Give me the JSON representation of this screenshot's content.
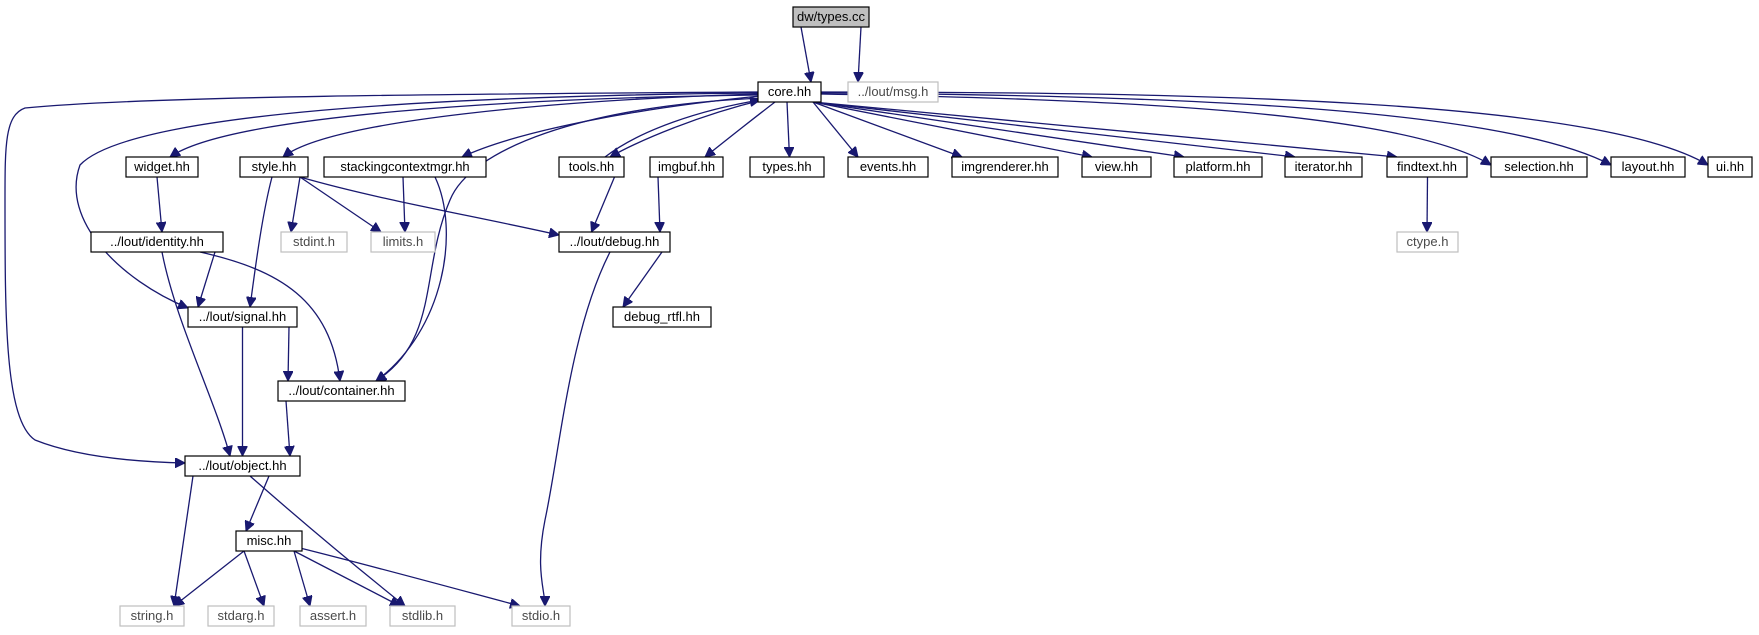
{
  "graph_title": "dw/types.cc",
  "nodes": [
    {
      "id": "root",
      "label": "dw/types.cc",
      "kind": "root"
    },
    {
      "id": "core",
      "label": "core.hh",
      "kind": "file"
    },
    {
      "id": "msg",
      "label": "../lout/msg.h",
      "kind": "external"
    },
    {
      "id": "widget",
      "label": "widget.hh",
      "kind": "file"
    },
    {
      "id": "style",
      "label": "style.hh",
      "kind": "file"
    },
    {
      "id": "scm",
      "label": "stackingcontextmgr.hh",
      "kind": "file"
    },
    {
      "id": "tools",
      "label": "tools.hh",
      "kind": "file"
    },
    {
      "id": "imgbuf",
      "label": "imgbuf.hh",
      "kind": "file"
    },
    {
      "id": "types",
      "label": "types.hh",
      "kind": "file"
    },
    {
      "id": "events",
      "label": "events.hh",
      "kind": "file"
    },
    {
      "id": "imgrenderer",
      "label": "imgrenderer.hh",
      "kind": "file"
    },
    {
      "id": "view",
      "label": "view.hh",
      "kind": "file"
    },
    {
      "id": "platform",
      "label": "platform.hh",
      "kind": "file"
    },
    {
      "id": "iterator",
      "label": "iterator.hh",
      "kind": "file"
    },
    {
      "id": "findtext",
      "label": "findtext.hh",
      "kind": "file"
    },
    {
      "id": "selection",
      "label": "selection.hh",
      "kind": "file"
    },
    {
      "id": "layout",
      "label": "layout.hh",
      "kind": "file"
    },
    {
      "id": "ui",
      "label": "ui.hh",
      "kind": "file"
    },
    {
      "id": "identity",
      "label": "../lout/identity.hh",
      "kind": "file"
    },
    {
      "id": "stdint",
      "label": "stdint.h",
      "kind": "external"
    },
    {
      "id": "limits",
      "label": "limits.h",
      "kind": "external"
    },
    {
      "id": "debug",
      "label": "../lout/debug.hh",
      "kind": "file"
    },
    {
      "id": "ctype",
      "label": "ctype.h",
      "kind": "external"
    },
    {
      "id": "signal",
      "label": "../lout/signal.hh",
      "kind": "file"
    },
    {
      "id": "debug_rtfl",
      "label": "debug_rtfl.hh",
      "kind": "file"
    },
    {
      "id": "container",
      "label": "../lout/container.hh",
      "kind": "file"
    },
    {
      "id": "object",
      "label": "../lout/object.hh",
      "kind": "file"
    },
    {
      "id": "misc",
      "label": "misc.hh",
      "kind": "file"
    },
    {
      "id": "string",
      "label": "string.h",
      "kind": "external"
    },
    {
      "id": "stdarg",
      "label": "stdarg.h",
      "kind": "external"
    },
    {
      "id": "assert",
      "label": "assert.h",
      "kind": "external"
    },
    {
      "id": "stdlib",
      "label": "stdlib.h",
      "kind": "external"
    },
    {
      "id": "stdio",
      "label": "stdio.h",
      "kind": "external"
    }
  ],
  "edges": [
    [
      "root",
      "core"
    ],
    [
      "root",
      "msg"
    ],
    [
      "core",
      "widget"
    ],
    [
      "core",
      "style"
    ],
    [
      "core",
      "scm"
    ],
    [
      "core",
      "tools"
    ],
    [
      "core",
      "imgbuf"
    ],
    [
      "core",
      "types"
    ],
    [
      "core",
      "events"
    ],
    [
      "core",
      "imgrenderer"
    ],
    [
      "core",
      "view"
    ],
    [
      "core",
      "platform"
    ],
    [
      "core",
      "iterator"
    ],
    [
      "core",
      "findtext"
    ],
    [
      "core",
      "selection"
    ],
    [
      "core",
      "layout"
    ],
    [
      "core",
      "ui"
    ],
    [
      "core",
      "signal"
    ],
    [
      "core",
      "container"
    ],
    [
      "core",
      "object"
    ],
    [
      "tools",
      "core"
    ],
    [
      "widget",
      "identity"
    ],
    [
      "style",
      "stdint"
    ],
    [
      "style",
      "limits"
    ],
    [
      "style",
      "debug"
    ],
    [
      "style",
      "signal"
    ],
    [
      "scm",
      "limits"
    ],
    [
      "scm",
      "container"
    ],
    [
      "tools",
      "debug"
    ],
    [
      "imgbuf",
      "debug"
    ],
    [
      "findtext",
      "ctype"
    ],
    [
      "identity",
      "signal"
    ],
    [
      "identity",
      "container"
    ],
    [
      "identity",
      "object"
    ],
    [
      "debug",
      "debug_rtfl"
    ],
    [
      "debug",
      "stdio"
    ],
    [
      "signal",
      "container"
    ],
    [
      "signal",
      "object"
    ],
    [
      "container",
      "object"
    ],
    [
      "object",
      "misc"
    ],
    [
      "object",
      "string"
    ],
    [
      "object",
      "stdlib"
    ],
    [
      "misc",
      "string"
    ],
    [
      "misc",
      "stdarg"
    ],
    [
      "misc",
      "assert"
    ],
    [
      "misc",
      "stdlib"
    ],
    [
      "misc",
      "stdio"
    ]
  ],
  "colors": {
    "edge": "#191970",
    "root_fill": "#bfbfbf",
    "node_border": "#000000",
    "external_border": "#bfbfbf"
  }
}
